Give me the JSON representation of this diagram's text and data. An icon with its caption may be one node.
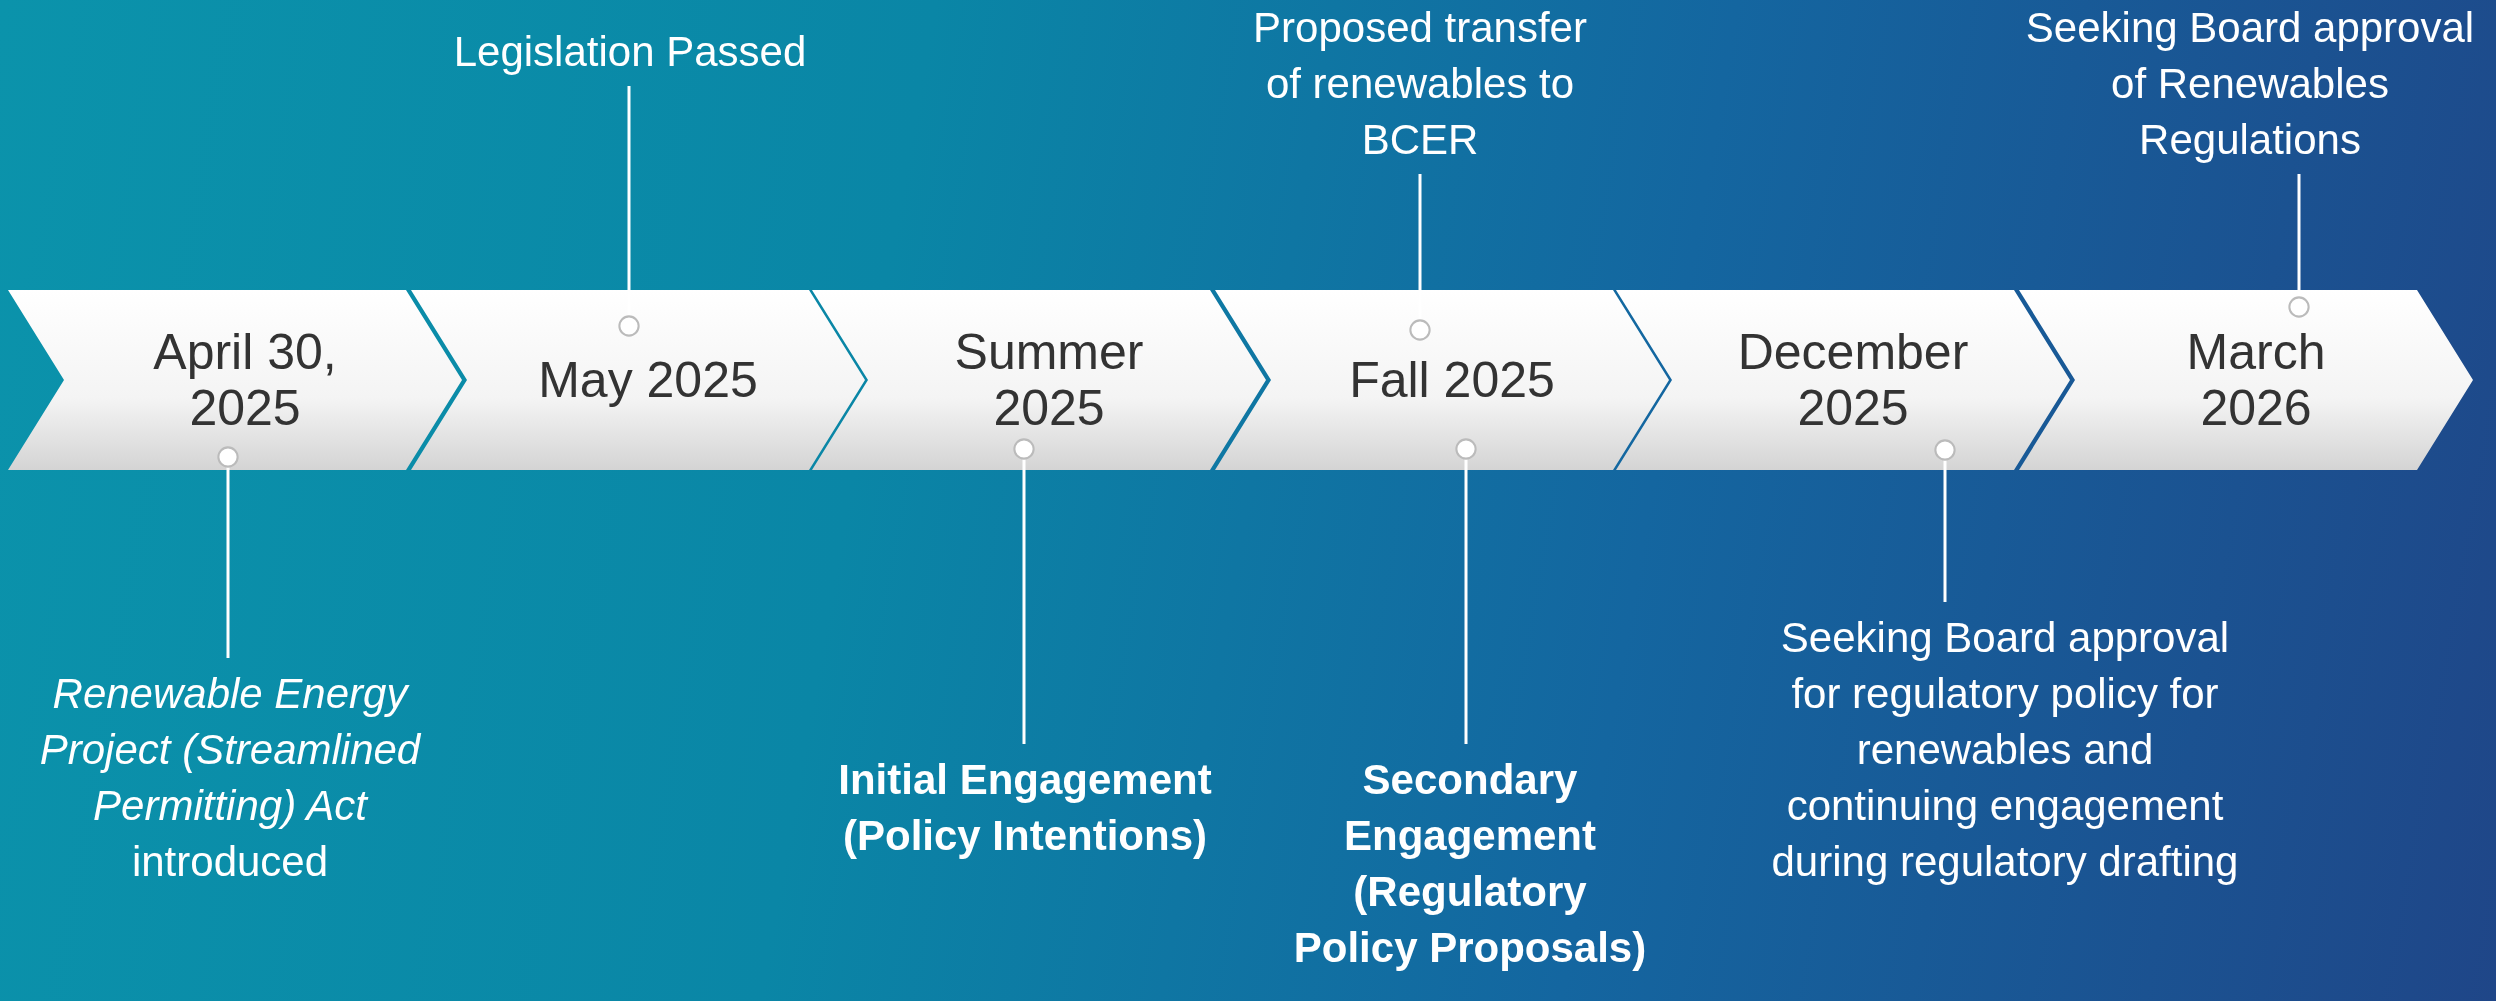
{
  "diagram": {
    "nodes": [
      {
        "text": [
          "April 30, 2025"
        ]
      },
      {
        "text": [
          "May 2025"
        ]
      },
      {
        "text": [
          "Summer 2025"
        ]
      },
      {
        "text": [
          "Fall 2025"
        ]
      },
      {
        "text": [
          "December 2025"
        ]
      },
      {
        "text": [
          "March 2026"
        ]
      },
      {
        "text": [
          "*Renewable Energy Project (Streamlined Permitting) Act* introduced"
        ]
      },
      {
        "text": [
          "Legislation Passed"
        ]
      },
      {
        "text": [
          "Initial Engagement (Policy Intentions)"
        ]
      },
      {
        "text": [
          "Proposed transfer of renewables to BCER"
        ]
      },
      {
        "text": [
          "Secondary Engagement (Regulatory Policy Proposals)"
        ]
      },
      {
        "text": [
          "Seeking Board approval for regulatory policy for renewables and continuing engagement during regulatory drafting"
        ]
      },
      {
        "text": [
          "Seeking Board approval of Renewables Regulations"
        ]
      }
    ],
    "edges": [
      {
        "from": 6,
        "to": 0,
        "arrow": "other"
      },
      {
        "from": 7,
        "to": 1,
        "arrow": "other"
      },
      {
        "from": 8,
        "to": 2,
        "arrow": "other"
      },
      {
        "from": 9,
        "to": 3,
        "arrow": "other"
      },
      {
        "from": 10,
        "to": 3,
        "arrow": "other"
      },
      {
        "from": 11,
        "to": 4,
        "arrow": "other"
      },
      {
        "from": 12,
        "to": 5,
        "arrow": "other"
      }
    ]
  }
}
